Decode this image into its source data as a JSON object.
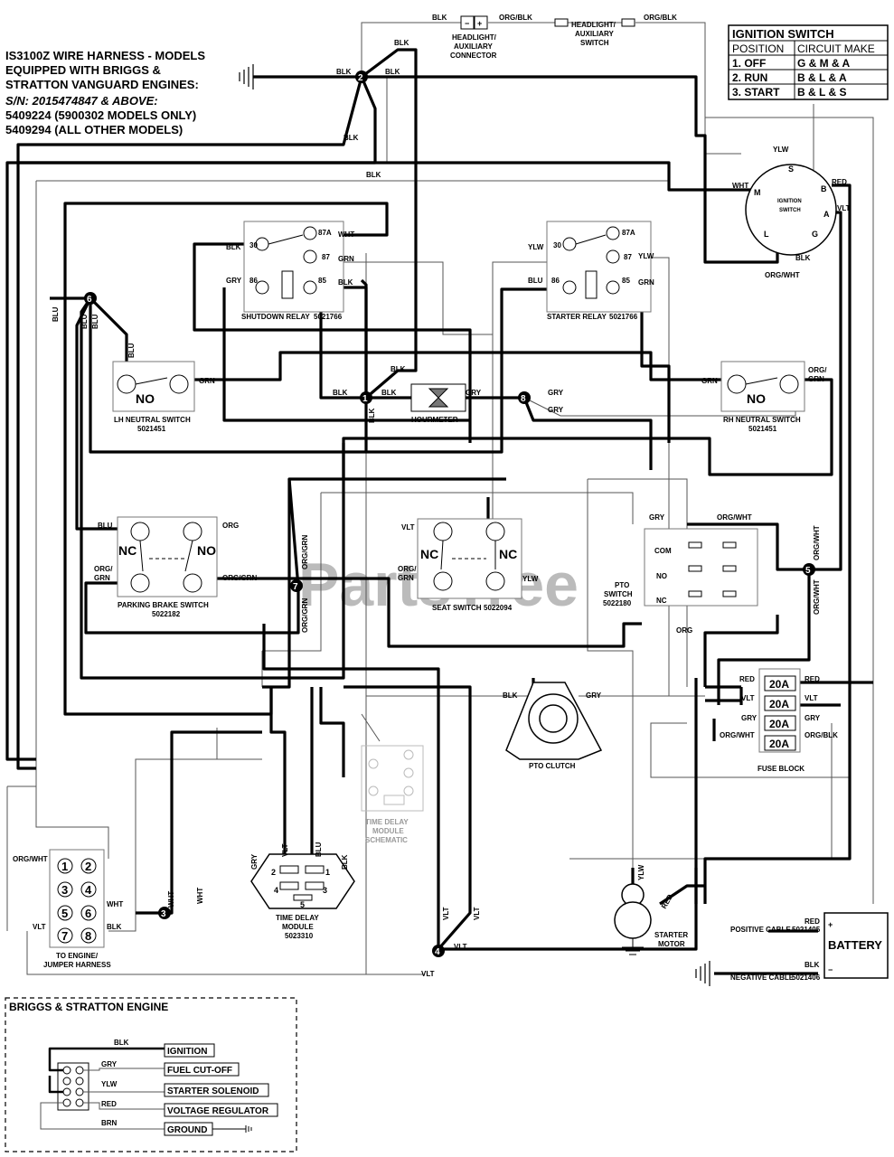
{
  "title": {
    "line1": "IS3100Z WIRE HARNESS - MODELS",
    "line2": "EQUIPPED WITH BRIGGS &",
    "line3": "STRATTON VANGUARD ENGINES:",
    "line4": "S/N: 2015474847 & ABOVE:",
    "line5": "5409224 (5900302 MODELS ONLY)",
    "line6": "5409294 (ALL OTHER MODELS)"
  },
  "watermark": "PartsTree",
  "ignition_table": {
    "title": "IGNITION SWITCH",
    "col1": "POSITION",
    "col2": "CIRCUIT MAKE",
    "rows": [
      {
        "pos": "1. OFF",
        "make": "G & M & A"
      },
      {
        "pos": "2. RUN",
        "make": "B & L & A"
      },
      {
        "pos": "3. START",
        "make": "B & L & S"
      }
    ]
  },
  "components": {
    "headlight_connector": [
      "HEADLIGHT/",
      "AUXILIARY",
      "CONNECTOR"
    ],
    "headlight_switch": [
      "HEADLIGHT/",
      "AUXILIARY",
      "SWITCH"
    ],
    "ignition_switch": {
      "name": [
        "IGNITION",
        "SWITCH"
      ],
      "terminals": [
        "S",
        "M",
        "B",
        "A",
        "L",
        "G"
      ]
    },
    "shutdown_relay": {
      "name": "SHUTDOWN RELAY",
      "part": "5021766"
    },
    "starter_relay": {
      "name": "STARTER RELAY",
      "part": "5021766"
    },
    "relay_pins": [
      "30",
      "87A",
      "87",
      "86",
      "85"
    ],
    "lh_neutral": {
      "name": "LH NEUTRAL SWITCH",
      "part": "5021451",
      "state": "NO"
    },
    "rh_neutral": {
      "name": "RH NEUTRAL SWITCH",
      "part": "5021451",
      "state": "NO"
    },
    "hourmeter": "HOURMETER",
    "parking_brake": {
      "name": "PARKING BRAKE SWITCH",
      "part": "5022182",
      "nc": "NC",
      "no": "NO"
    },
    "seat_switch": {
      "name": "SEAT SWITCH",
      "part": "5022094",
      "nc": "NC"
    },
    "pto_switch": {
      "name": [
        "PTO",
        "SWITCH"
      ],
      "part": "5022180",
      "com": "COM",
      "no": "NO",
      "nc": "NC"
    },
    "pto_clutch": "PTO CLUTCH",
    "fuse_block": {
      "name": "FUSE BLOCK",
      "fuses": [
        "20A",
        "20A",
        "20A",
        "20A"
      ]
    },
    "time_delay": {
      "name": [
        "TIME DELAY",
        "MODULE"
      ],
      "part": "5023310",
      "pins": [
        "2",
        "1",
        "4",
        "3",
        "5"
      ]
    },
    "time_delay_schematic": [
      "TIME DELAY",
      "MODULE",
      "SCHEMATIC"
    ],
    "engine_harness": {
      "name": [
        "TO ENGINE/",
        "JUMPER HARNESS"
      ],
      "pins": [
        "1",
        "2",
        "3",
        "4",
        "5",
        "6",
        "7",
        "8"
      ]
    },
    "starter_motor": [
      "STARTER",
      "MOTOR"
    ],
    "battery": "BATTERY",
    "positive_cable": "POSITIVE CABLE",
    "positive_part": "5021405",
    "negative_cable": "NEGATIVE CABLE",
    "negative_part": "5021406"
  },
  "splices": [
    "1",
    "2",
    "3",
    "4",
    "5",
    "6",
    "7",
    "8"
  ],
  "wire_labels": {
    "blk": "BLK",
    "grn": "GRN",
    "gry": "GRY",
    "wht": "WHT",
    "blu": "BLU",
    "ylw": "YLW",
    "red": "RED",
    "vlt": "VLT",
    "org": "ORG",
    "brn": "BRN",
    "orgblk": "ORG/BLK",
    "orgwht": "ORG/WHT",
    "orggrn": "ORG/GRN",
    "org_slash": "ORG/",
    "grn_tail": "GRN"
  },
  "engine_box": {
    "title": "BRIGGS & STRATTON ENGINE",
    "connections": [
      "IGNITION",
      "FUEL CUT-OFF",
      "STARTER SOLENOID",
      "VOLTAGE REGULATOR",
      "GROUND"
    ],
    "wire_colors": [
      "BLK",
      "GRY",
      "YLW",
      "RED",
      "BRN"
    ]
  }
}
